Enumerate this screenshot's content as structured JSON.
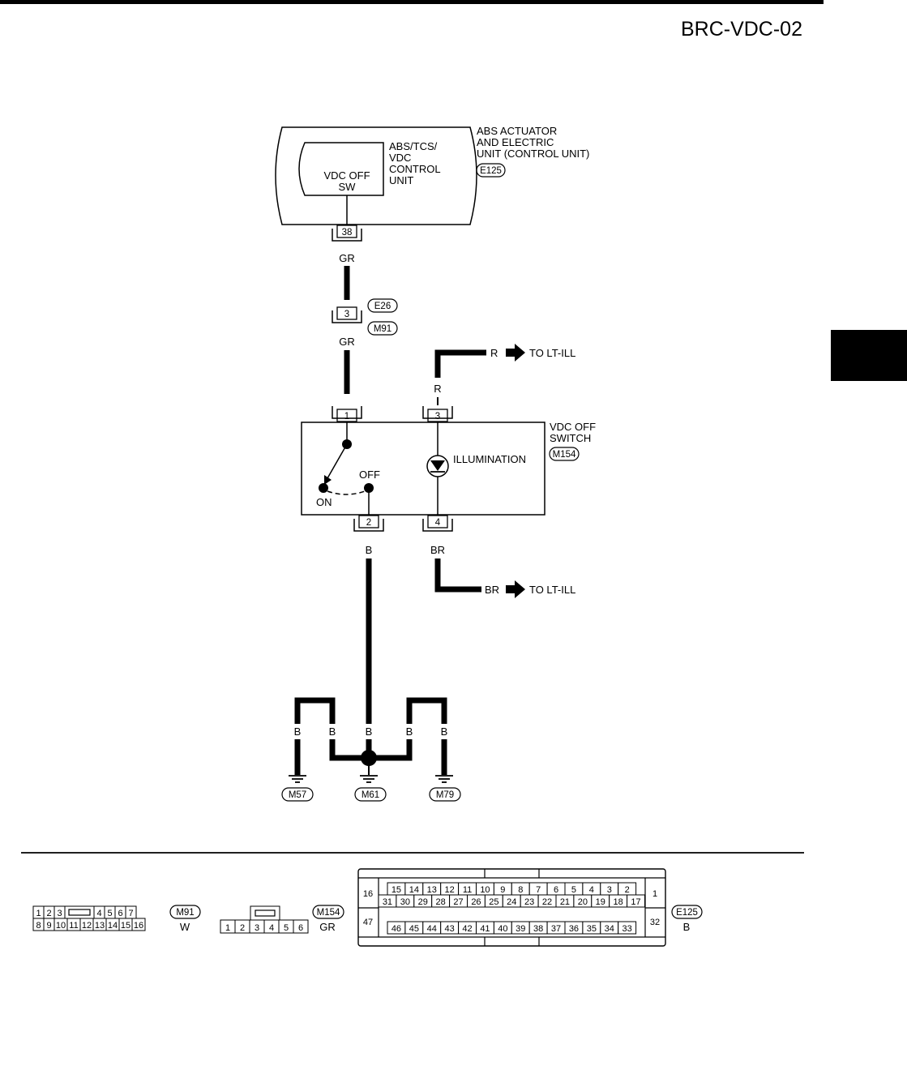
{
  "header": {
    "code": "BRC-VDC-02"
  },
  "abs_unit": {
    "outer_label": [
      "ABS ACTUATOR",
      "AND ELECTRIC",
      "UNIT (CONTROL UNIT)"
    ],
    "connector": "E125",
    "inner_label": [
      "ABS/TCS/",
      "VDC",
      "CONTROL",
      "UNIT"
    ],
    "switch_box": [
      "VDC OFF",
      "SW"
    ],
    "terminal": "38"
  },
  "wires": {
    "gr_upper": "GR",
    "gr_lower": "GR",
    "r_top": "R",
    "r_vertical": "R",
    "br_vertical": "BR",
    "br_bottom": "BR",
    "b_switch": "B",
    "b_ground_1": "B",
    "b_ground_2": "B",
    "b_ground_3": "B",
    "b_ground_4": "B",
    "b_ground_5": "B"
  },
  "inline_connector": {
    "pin": "3",
    "codes": [
      "E26",
      "M91"
    ]
  },
  "to_lt_ill_top": "TO LT-ILL",
  "to_lt_ill_bottom": "TO LT-ILL",
  "vdc_switch": {
    "label": [
      "VDC OFF",
      "SWITCH"
    ],
    "connector": "M154",
    "pins": [
      "1",
      "2",
      "3",
      "4"
    ],
    "on": "ON",
    "off": "OFF",
    "illumination": "ILLUMINATION"
  },
  "grounds": [
    "M57",
    "M61",
    "M79"
  ],
  "connector_views": {
    "m91": {
      "code": "M91",
      "color": "W",
      "top": [
        "1",
        "2",
        "3",
        "4",
        "5",
        "6",
        "7"
      ],
      "bottom": [
        "8",
        "9",
        "10",
        "11",
        "12",
        "13",
        "14",
        "15",
        "16"
      ]
    },
    "m154": {
      "code": "M154",
      "color": "GR",
      "pins": [
        "1",
        "2",
        "3",
        "4",
        "5",
        "6"
      ]
    },
    "e125": {
      "code": "E125",
      "color": "B",
      "row1": [
        "15",
        "14",
        "13",
        "12",
        "11",
        "10",
        "9",
        "8",
        "7",
        "6",
        "5",
        "4",
        "3",
        "2"
      ],
      "row2": [
        "31",
        "30",
        "29",
        "28",
        "27",
        "26",
        "25",
        "24",
        "23",
        "22",
        "21",
        "20",
        "19",
        "18",
        "17"
      ],
      "row3": [
        "46",
        "45",
        "44",
        "43",
        "42",
        "41",
        "40",
        "39",
        "38",
        "37",
        "36",
        "35",
        "34",
        "33"
      ],
      "left_top": "16",
      "left_bottom": "47",
      "right_top": "1",
      "right_bottom": "32"
    }
  }
}
